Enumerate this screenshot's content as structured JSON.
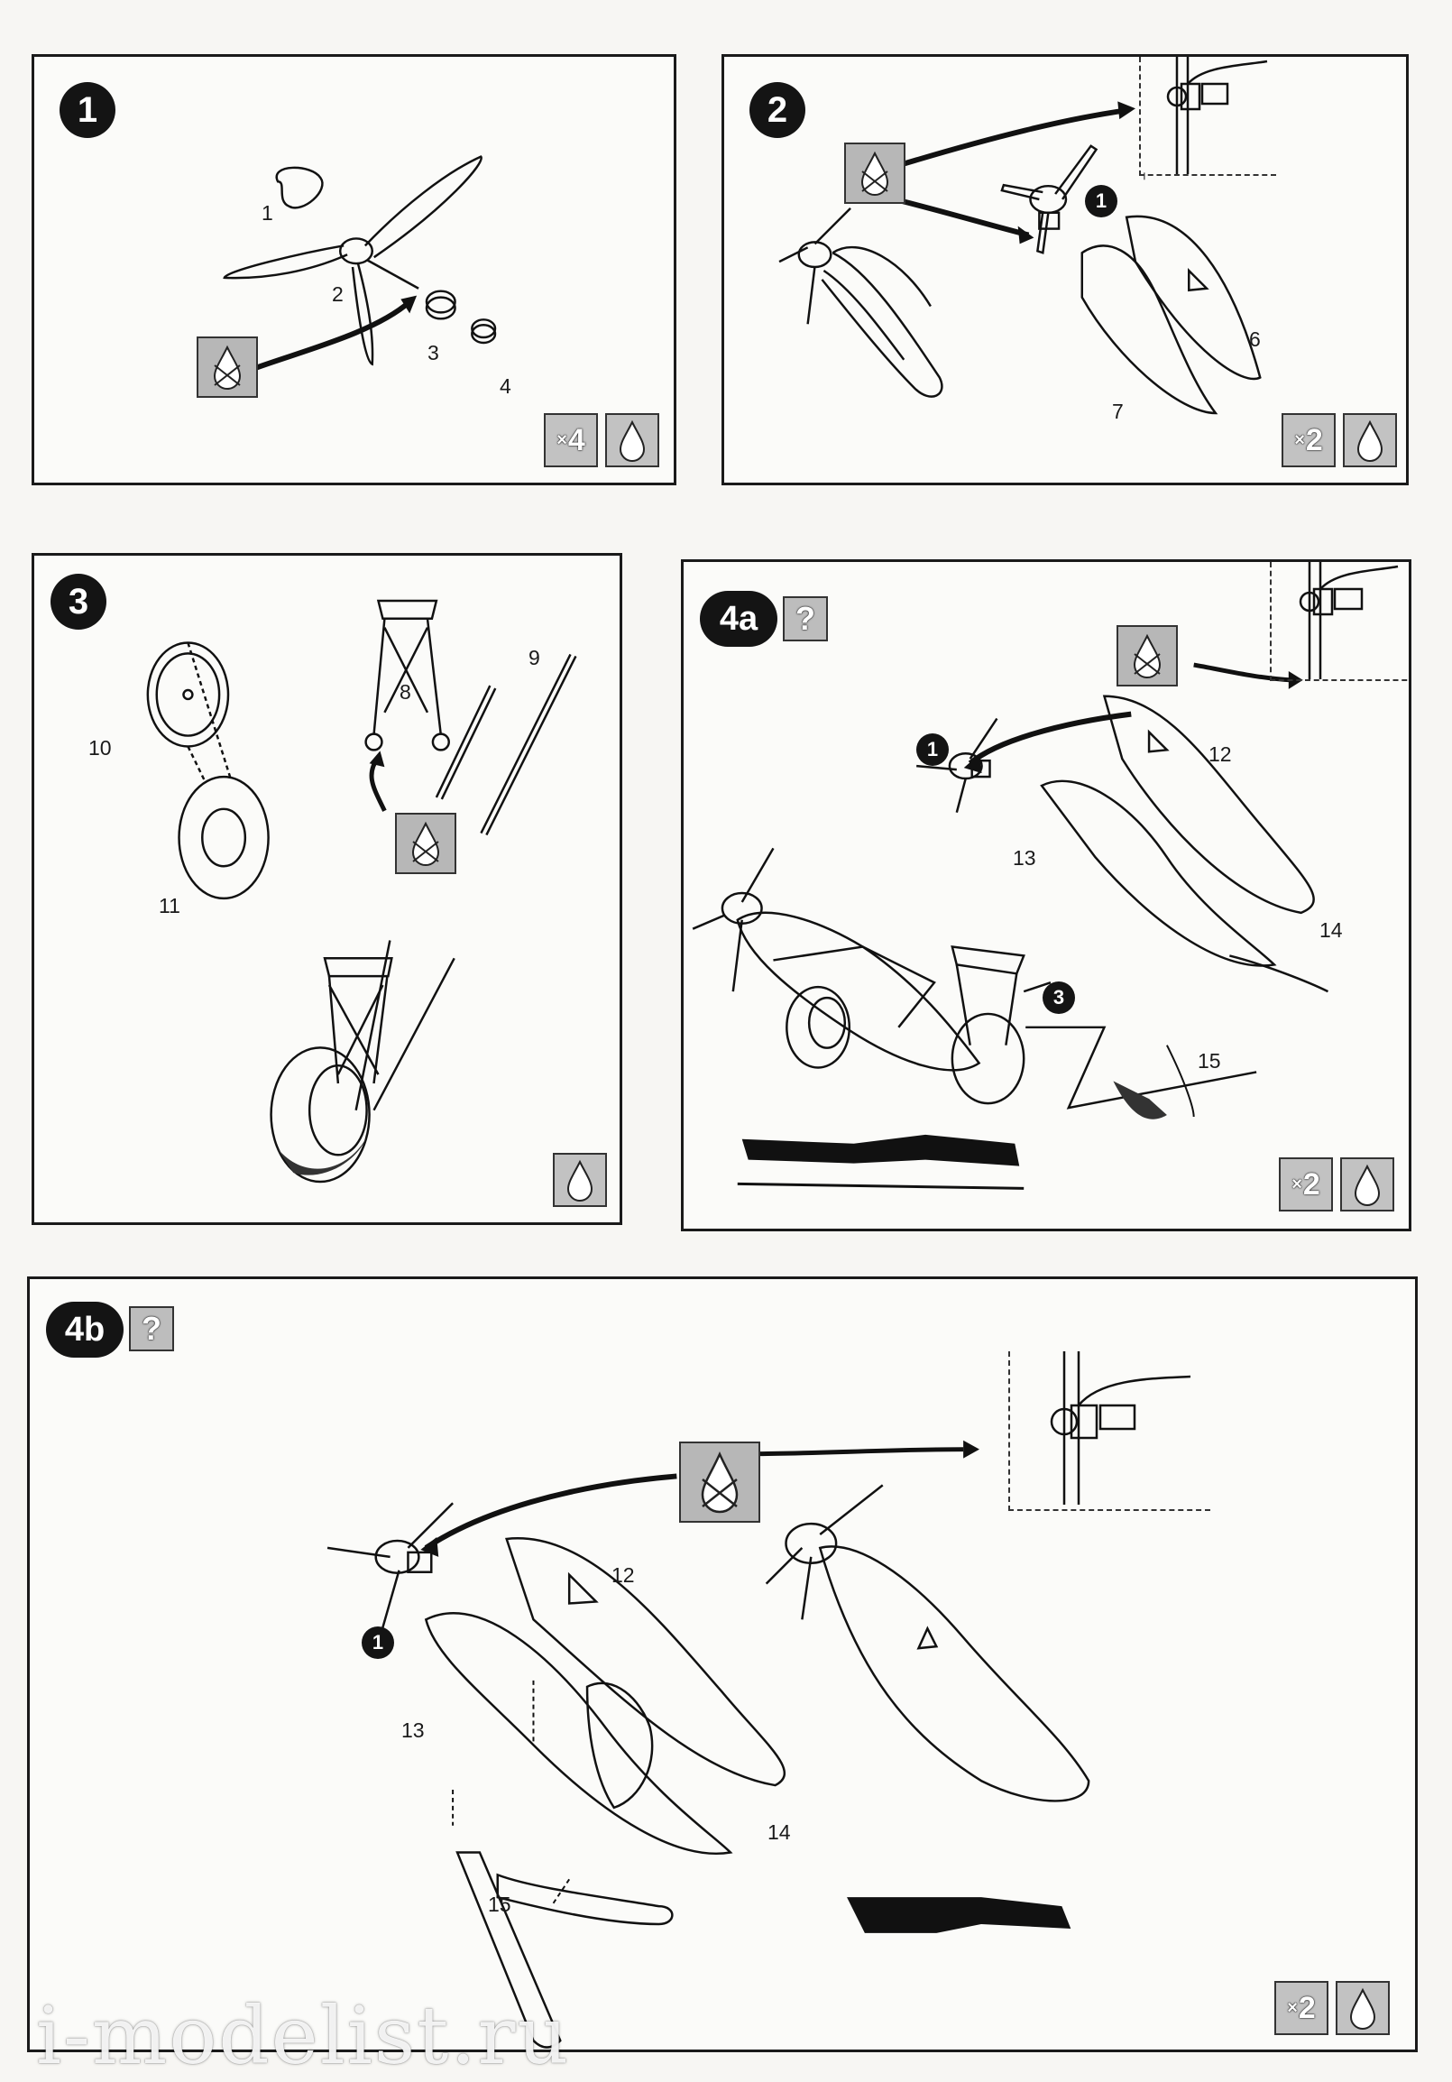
{
  "steps": {
    "s1": {
      "badge": "1",
      "parts": [
        "1",
        "2",
        "3",
        "4"
      ],
      "quantity": "4"
    },
    "s2": {
      "badge": "2",
      "ref": "1",
      "parts": [
        "6",
        "7"
      ],
      "quantity": "2"
    },
    "s3": {
      "badge": "3",
      "parts": [
        "8",
        "9",
        "10",
        "11"
      ]
    },
    "s4a": {
      "badge": "4a",
      "help": "?",
      "refs": [
        "1",
        "3"
      ],
      "parts": [
        "12",
        "13",
        "14",
        "15"
      ],
      "quantity": "2"
    },
    "s4b": {
      "badge": "4b",
      "help": "?",
      "ref": "1",
      "parts": [
        "12",
        "13",
        "14",
        "15"
      ],
      "quantity": "2"
    }
  },
  "quantity_prefix": "×",
  "watermark": "i-modelist.ru",
  "icons": {
    "glue": "glue-drop-crossed-icon",
    "paint": "paint-drop-icon",
    "help": "question-icon"
  },
  "colors": {
    "ink": "#141414",
    "gray": "#b7b7b7"
  }
}
